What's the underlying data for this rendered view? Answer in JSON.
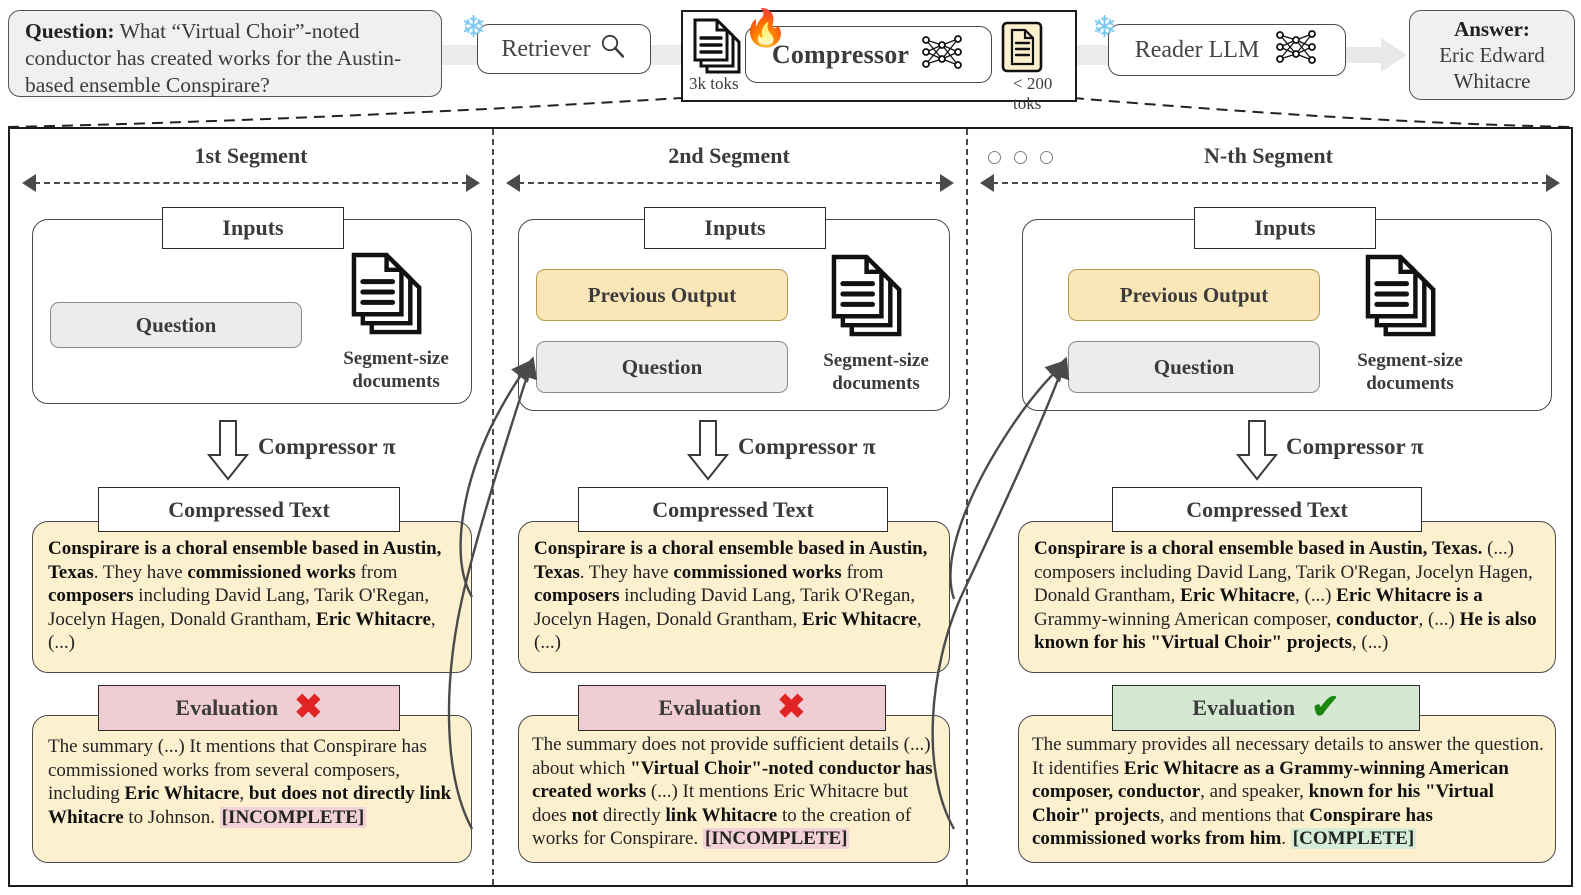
{
  "top": {
    "question": {
      "label": "Question:",
      "text": " What “Virtual Choir”-noted conductor has created works for the Austin-based ensemble Conspirare?"
    },
    "retriever": {
      "label": "Retriever",
      "icon": "magnifier-icon",
      "frozen": true,
      "frozen_icon": "snowflake-icon"
    },
    "compressor": {
      "label": "Compressor",
      "icon": "neural-net-icon",
      "trainable_icon": "fire-icon",
      "input_tokens": "3k toks",
      "output_tokens": "< 200 toks",
      "input_icon": "document-stack-icon",
      "output_icon": "compressed-document-icon"
    },
    "reader": {
      "label": "Reader LLM",
      "icon": "neural-net-icon",
      "frozen": true,
      "frozen_icon": "snowflake-icon"
    },
    "answer": {
      "label": "Answer:",
      "value_line1": "Eric Edward",
      "value_line2": "Whitacre"
    }
  },
  "common": {
    "inputs_label": "Inputs",
    "question_pill": "Question",
    "previous_output_pill": "Previous Output",
    "documents_label_line1": "Segment-size",
    "documents_label_line2": "documents",
    "compressor_step": "Compressor π",
    "compressed_label": "Compressed Text",
    "evaluation_label": "Evaluation",
    "cross_icon": "cross-icon",
    "check_icon": "check-icon"
  },
  "segments": [
    {
      "title": "1st Segment",
      "has_previous_output": false,
      "has_dots": false,
      "compressed_html": "<b>Conspirare is a choral ensemble based in Austin, Texas</b>.  They have <b>commissioned works</b> from <b>composers</b> including David Lang, Tarik O'Regan, Jocelyn Hagen, Donald Grantham, <b>Eric Whitacre</b>, (...)",
      "evaluation_status": "incomplete",
      "evaluation_badge": "[INCOMPLETE]",
      "evaluation_html": "The summary (...) It mentions that Conspirare has commissioned works from several composers, including <b>Eric Whitacre</b>, <b>but does not directly link Whitacre</b> to Johnson. <span class=\"hl-bad\">[INCOMPLETE]</span>"
    },
    {
      "title": "2nd Segment",
      "has_previous_output": true,
      "has_dots": false,
      "compressed_html": "<b>Conspirare is a choral ensemble based in Austin, Texas</b>. They have <b>commissioned works</b> from <b>composers</b> including  David Lang, Tarik O'Regan, Jocelyn Hagen, Donald Grantham, <b>Eric Whitacre</b>, (...)",
      "evaluation_status": "incomplete",
      "evaluation_badge": "[INCOMPLETE]",
      "evaluation_html": "The summary does not provide sufficient details (...) about which <b>\"Virtual Choir\"-noted conductor has created works</b> (...)  It mentions Eric Whitacre but does <b>not</b> directly <b>link Whitacre</b> to the creation of works for Conspirare. <span class=\"hl-bad\">[INCOMPLETE]</span>"
    },
    {
      "title": "N-th Segment",
      "has_previous_output": true,
      "has_dots": true,
      "compressed_html": "<b>Conspirare is a choral ensemble based in Austin, Texas.</b> (...) composers including David Lang, Tarik O'Regan, Jocelyn Hagen, Donald Grantham, <b>Eric Whitacre</b>, (...) <b>Eric Whitacre is a</b> Grammy-winning American composer, <b>conductor</b>, (...) <b>He is also known for his \"Virtual Choir\" projects</b>, (...)",
      "evaluation_status": "complete",
      "evaluation_badge": "[COMPLETE]",
      "evaluation_html": "The summary provides all necessary details to answer the question. It identifies <b>Eric Whitacre as a Grammy-winning American composer, conductor</b>, and speaker, <b>known for his \"Virtual Choir\" projects</b>, and mentions that <b>Conspirare has commissioned works from him</b>. <span class=\"hl-good\">[COMPLETE]</span>"
    }
  ],
  "colors": {
    "cream": "#fdf0cf",
    "cream_pill": "#fbe6b8",
    "eval_bad": "#f0cdd2",
    "eval_good": "#d4e8d2",
    "cross": "#e02424",
    "check": "#18860f",
    "snowflake": "#7ec8ef"
  }
}
